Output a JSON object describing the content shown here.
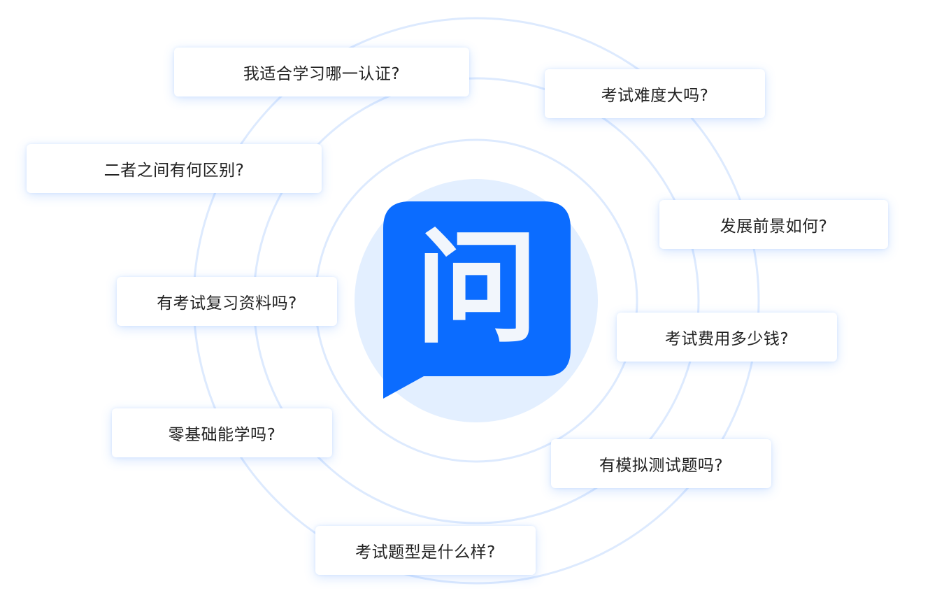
{
  "center": {
    "glyph": "问",
    "bubble_color": "#0b6cff",
    "glyph_color": "#f2f6fc",
    "halo_color": "#e3efff"
  },
  "ring_color": "#ddeafe",
  "card_text_color": "#222222",
  "questions": [
    "我适合学习哪一认证?",
    "考试难度大吗?",
    "二者之间有何区别?",
    "发展前景如何?",
    "有考试复习资料吗?",
    "考试费用多少钱?",
    "零基础能学吗?",
    "有模拟测试题吗?",
    "考试题型是什么样?"
  ]
}
